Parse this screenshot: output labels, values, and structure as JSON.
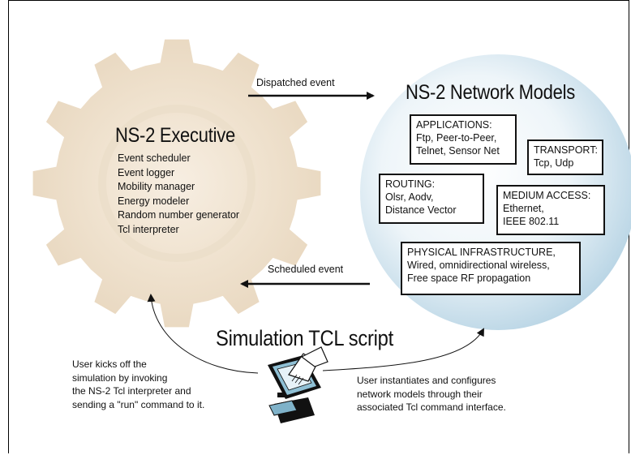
{
  "executive": {
    "title": "NS-2 Executive",
    "items": [
      "Event scheduler",
      "Event logger",
      "Mobility manager",
      "Energy modeler",
      "Random number generator",
      "Tcl interpreter"
    ]
  },
  "models": {
    "title": "NS-2 Network Models",
    "applications": [
      "APPLICATIONS:",
      "Ftp, Peer-to-Peer,",
      "Telnet, Sensor Net"
    ],
    "transport": [
      "TRANSPORT:",
      "Tcp, Udp"
    ],
    "routing": [
      "ROUTING:",
      "Olsr, Aodv,",
      "Distance Vector"
    ],
    "medium_access": [
      "MEDIUM ACCESS:",
      "Ethernet,",
      "IEEE 802.11"
    ],
    "physical": [
      "PHYSICAL INFRASTRUCTURE,",
      "Wired, omnidirectional wireless,",
      "Free space RF propagation"
    ]
  },
  "arrows": {
    "dispatched": "Dispatched event",
    "scheduled": "Scheduled event"
  },
  "script_title": "Simulation TCL script",
  "captions": {
    "left": [
      "User kicks off the",
      "simulation by invoking",
      "the NS-2 Tcl interpreter and",
      "sending a \"run\" command to it."
    ],
    "right": [
      "User instantiates and configures",
      "network models through their",
      "associated Tcl command interface."
    ]
  },
  "colors": {
    "gear": "#efe2cf",
    "gear_center": "#f6ece0",
    "sphere_edge": "#bcd7e6",
    "sphere_center": "#ffffff"
  }
}
